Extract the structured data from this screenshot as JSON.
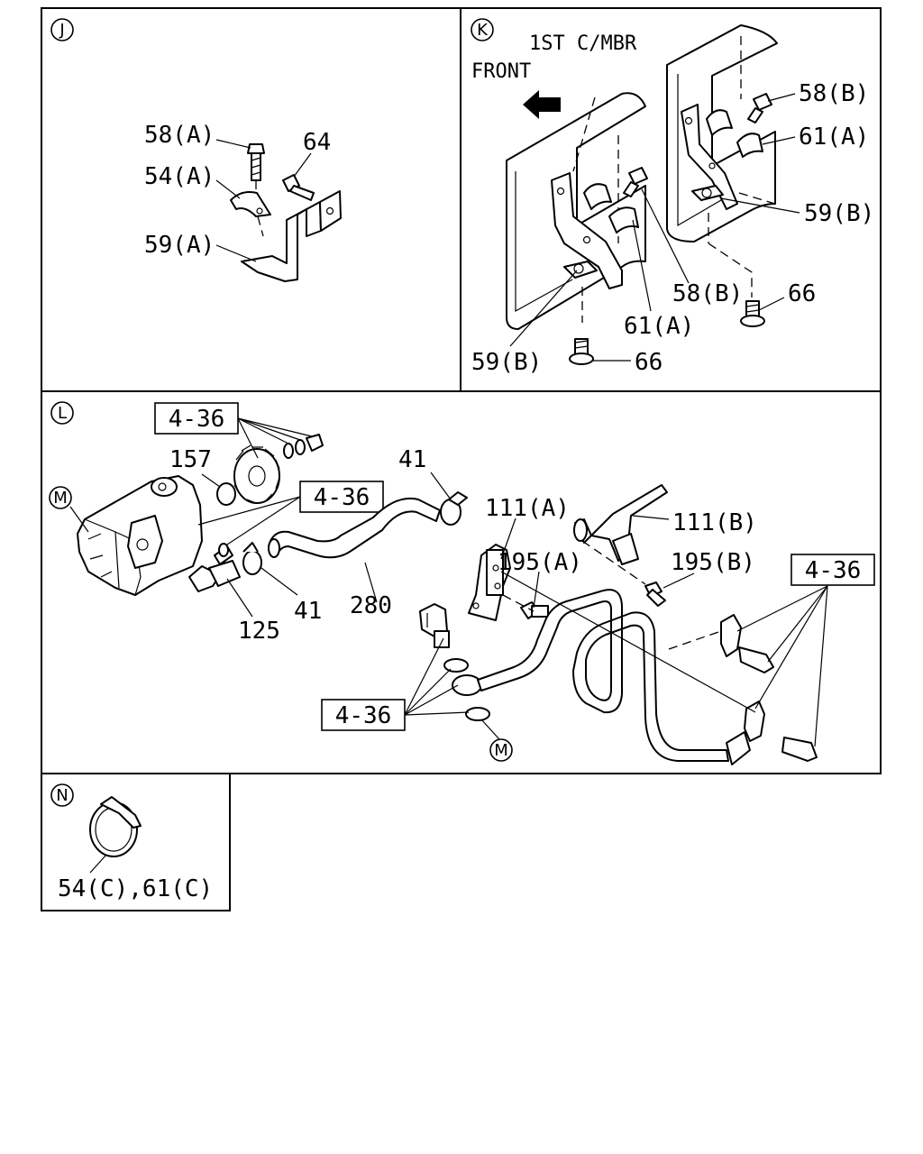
{
  "panels": {
    "J": {
      "letter": "J",
      "labels": {
        "l58a": "58(A)",
        "l54a": "54(A)",
        "l59a": "59(A)",
        "l64": "64"
      }
    },
    "K": {
      "letter": "K",
      "labels": {
        "mbr": "1ST C/MBR",
        "front": "FRONT",
        "l58b_top": "58(B)",
        "l61a_top": "61(A)",
        "l59b_top": "59(B)",
        "l58b_mid": "58(B)",
        "l66_right": "66",
        "l61a_mid": "61(A)",
        "l59b_bot": "59(B)",
        "l66_bot": "66"
      }
    },
    "L": {
      "letter": "L",
      "labels": {
        "ref1": "4-36",
        "l157": "157",
        "m_left": "M",
        "ref2": "4-36",
        "l41_top": "41",
        "l111a": "111(A)",
        "l111b": "111(B)",
        "l195a": "195(A)",
        "l195b": "195(B)",
        "ref3": "4-36",
        "l41_mid": "41",
        "l280": "280",
        "l125": "125",
        "ref4": "4-36",
        "m_bottom": "M"
      }
    },
    "N": {
      "letter": "N",
      "labels": {
        "clamp": "54(C),61(C)"
      }
    }
  }
}
